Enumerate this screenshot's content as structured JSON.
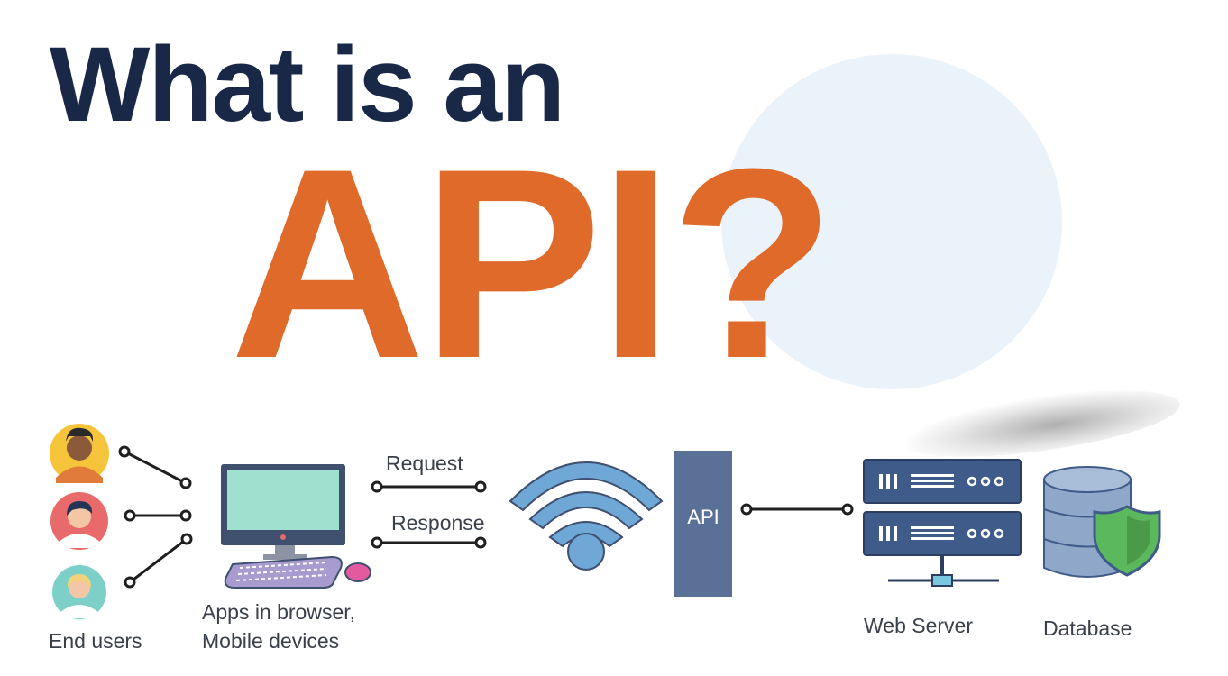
{
  "title": {
    "line1": "What is an",
    "line2": "API?"
  },
  "diagram": {
    "end_users_label": "End users",
    "apps_label_line1": "Apps in browser,",
    "apps_label_line2": "Mobile devices",
    "request_label": "Request",
    "response_label": "Response",
    "api_label": "API",
    "web_server_label": "Web Server",
    "database_label": "Database"
  },
  "colors": {
    "title_navy": "#1a2847",
    "title_orange": "#e06a2a",
    "api_box": "#5b7096",
    "server_blue": "#3f5b8a",
    "wifi_blue": "#6fa7d6",
    "shield_green": "#5cb85c",
    "circle_bg": "#eaf2fa"
  },
  "icons": [
    "user-avatar-icon",
    "computer-icon",
    "keyboard-icon",
    "mouse-icon",
    "wifi-icon",
    "server-icon",
    "database-icon",
    "shield-icon"
  ]
}
